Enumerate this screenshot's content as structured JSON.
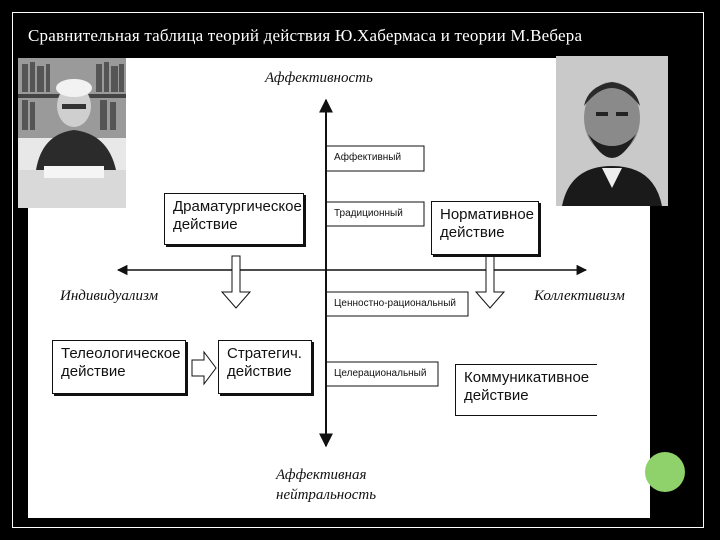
{
  "slide": {
    "title": "Сравнительная таблица теорий действия Ю.Хабермаса и теории М.Вебера"
  },
  "axes": {
    "top": "Аффективность",
    "bottom_line1": "Аффективная",
    "bottom_line2": "нейтральность",
    "left": "Индивидуализм",
    "right": "Коллективизм"
  },
  "weber_types": {
    "affective": "Аффективный",
    "traditional": "Традиционный",
    "value_rational": "Ценностно-рациональный",
    "goal_rational": "Целерациональный"
  },
  "habermas_actions": {
    "dramaturgical_line1": "Драматургическое",
    "dramaturgical_line2": "действие",
    "normative_line1": "Нормативное",
    "normative_line2": "действие",
    "teleological_line1": "Телеологическое",
    "teleological_line2": "действие",
    "strategic_line1": "Стратегич.",
    "strategic_line2": "действие",
    "communicative_line1": "Коммуникативное",
    "communicative_line2": "действие"
  },
  "colors": {
    "background": "#000000",
    "panel": "#ffffff",
    "accent": "#8fd26b"
  }
}
